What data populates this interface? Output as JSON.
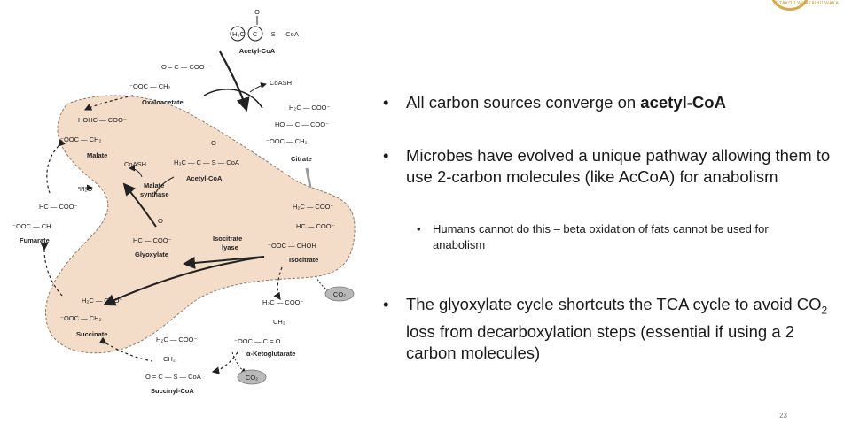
{
  "logo": {
    "university": "OTĀKOU WHAKAIHU WAKA"
  },
  "diagram": {
    "acetyl_coa_top": {
      "label": "Acetyl-CoA",
      "h3c": "H₃C",
      "c": "C",
      "s_coa": "— S — CoA",
      "o": "O"
    },
    "coash_top": "CoASH",
    "oxaloacetate": {
      "label": "Oxaloacetate",
      "line1": "O = C — COO⁻",
      "line2": "⁻OOC — CH₂"
    },
    "citrate": {
      "label": "Citrate",
      "line1": "H₂C — COO⁻",
      "line2": "HO — C — COO⁻",
      "line3": "⁻OOC — CH₂"
    },
    "isocitrate": {
      "label": "Isocitrate",
      "line1": "H₂C — COO⁻",
      "line2": "HC — COO⁻",
      "line3": "⁻OOC — CHOH"
    },
    "malate": {
      "label": "Malate",
      "line1": "HOHC — COO⁻",
      "line2": "⁻OOC — CH₂"
    },
    "glyoxylate": {
      "label": "Glyoxylate",
      "line1": "O",
      "line2": "HC — COO⁻"
    },
    "acetyl_coa_inner": {
      "label": "Acetyl-CoA",
      "line1": "O",
      "line2": "H₃C — C — S — CoA"
    },
    "malate_synthase": [
      "Malate",
      "synthase"
    ],
    "isocitrate_lyase": [
      "Isocitrate",
      "lyase"
    ],
    "coash_inner": "CoASH",
    "h2o": "H₂O",
    "fumarate": {
      "label": "Fumarate",
      "line1": "HC — COO⁻",
      "line2": "⁻OOC — CH"
    },
    "succinate": {
      "label": "Succinate",
      "line1": "H₂C — COO⁻",
      "line2": "⁻OOC — CH₂"
    },
    "succinyl_coa": {
      "label": "Succinyl-CoA",
      "line1": "H₂C — COO⁻",
      "line2": "CH₂",
      "line3": "O = C — S — CoA"
    },
    "alpha_kg": {
      "label": "α-Ketoglutarate",
      "line1": "H₂C — COO⁻",
      "line2": "CH₂",
      "line3": "⁻OOC — C = O"
    },
    "co2_1": "CO₂",
    "co2_2": "CO₂",
    "colors": {
      "cytoplasm": "#f3dcc8",
      "co2_fill": "#b9b9b9",
      "arrow": "#222222"
    }
  },
  "bullets": {
    "b1_prefix": "All carbon sources converge on ",
    "b1_bold": "acetyl-CoA",
    "b2": "Microbes have evolved a unique pathway allowing them to use 2-carbon molecules (like AcCoA) for anabolism",
    "sub1": "Humans cannot do this – beta oxidation of fats cannot be used for anabolism",
    "b3_part1": "The glyoxylate cycle shortcuts the TCA cycle to avoid CO",
    "b3_sub": "2",
    "b3_part2": " loss from decarboxylation steps (essential if using a 2 carbon molecules)"
  },
  "page_number": "23"
}
